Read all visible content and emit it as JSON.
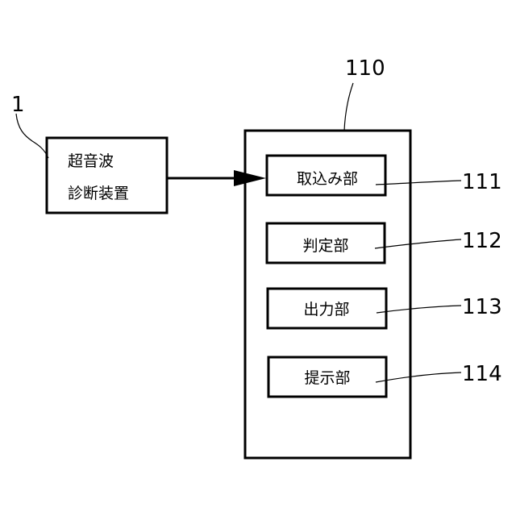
{
  "device": {
    "ref": "1",
    "line1": "超音波",
    "line2": "診断装置"
  },
  "system": {
    "ref": "110",
    "units": [
      {
        "label": "取込み部",
        "ref": "111"
      },
      {
        "label": "判定部",
        "ref": "112"
      },
      {
        "label": "出力部",
        "ref": "113"
      },
      {
        "label": "提示部",
        "ref": "114"
      }
    ]
  }
}
